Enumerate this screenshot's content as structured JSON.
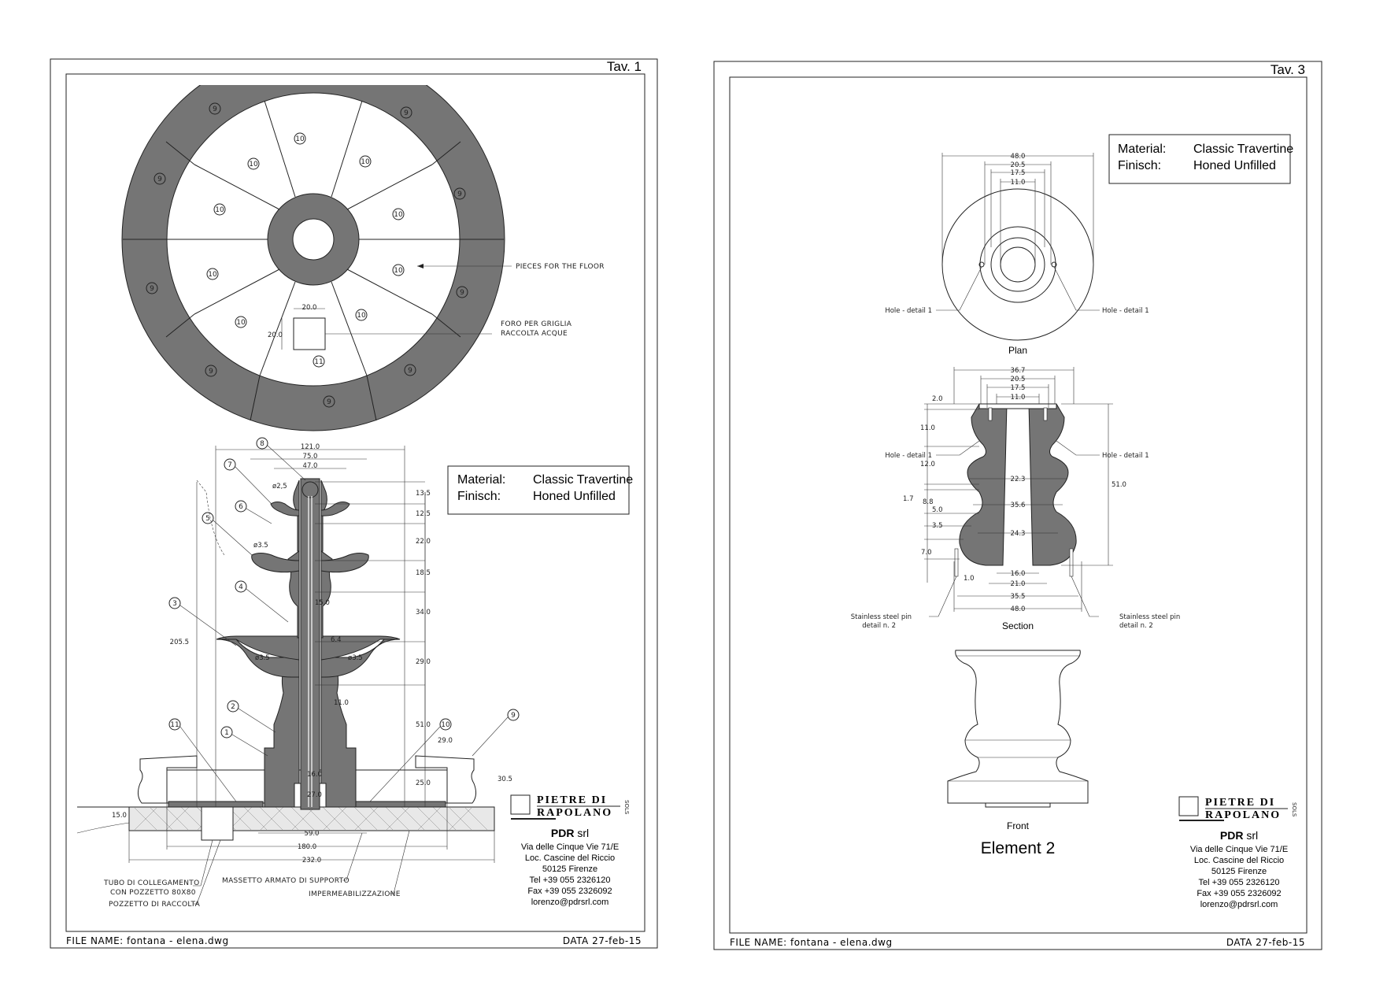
{
  "sheet1": {
    "tav": "Tav. 1",
    "file_name": "FILE NAME: fontana - elena.dwg",
    "date": "DATA 27-feb-15",
    "material_label": "Material:",
    "material_value": "Classic Travertine",
    "finish_label": "Finisch:",
    "finish_value": "Honed Unfilled",
    "label_floor": "PIECES FOR THE FLOOR",
    "label_foro_1": "FORO PER GRIGLIA",
    "label_foro_2": "RACCOLTA ACQUE",
    "label_tubo_1": "TUBO DI COLLEGAMENTO",
    "label_tubo_2": "CON POZZETTO 80X80",
    "label_pozzetto": "POZZETTO DI RACCOLTA",
    "label_massetto": "MASSETTO ARMATO DI SUPPORTO",
    "label_imperm": "IMPERMEABILIZZAZIONE",
    "dims_plan": [
      "20.0",
      "20.0"
    ],
    "dims_top": [
      "121.0",
      "75.0",
      "47.0"
    ],
    "dims_right": [
      "13.5",
      "12.5",
      "22.0",
      "18.5",
      "34.0",
      "29.0",
      "51.0"
    ],
    "dims_misc": [
      "205.5",
      "ø2,5",
      "ø3.5",
      "ø3.5",
      "ø3.5",
      "15.0",
      "6.4",
      "11.0",
      "29.0",
      "30.5",
      "25.0",
      "16.0",
      "27.0",
      "15.0",
      "59.0",
      "180.0",
      "232.0"
    ],
    "callouts": [
      "1",
      "2",
      "3",
      "4",
      "5",
      "6",
      "7",
      "8",
      "9",
      "10",
      "11"
    ]
  },
  "sheet3": {
    "tav": "Tav. 3",
    "file_name": "FILE NAME: fontana - elena.dwg",
    "date": "DATA 27-feb-15",
    "material_label": "Material:",
    "material_value": "Classic Travertine",
    "finish_label": "Finisch:",
    "finish_value": "Honed Unfilled",
    "plan_caption": "Plan",
    "section_caption": "Section",
    "front_caption": "Front",
    "element_title": "Element 2",
    "hole_label": "Hole - detail 1",
    "pin_label_1": "Stainless steel pin",
    "pin_label_2": "detail n. 2",
    "dims_plan": [
      "48.0",
      "20.5",
      "17.5",
      "11.0"
    ],
    "dims_section_top": [
      "36.7",
      "20.5",
      "17.5",
      "11.0"
    ],
    "dims_section_left": [
      "2.0",
      "11.0",
      "12.0",
      "1.7",
      "8.8",
      "5.0",
      "3.5",
      "7.0",
      "1.0"
    ],
    "dims_section_mid": [
      "22.3",
      "35.6",
      "24.3",
      "16.0",
      "21.0",
      "35.5",
      "48.0",
      "51.0"
    ]
  },
  "company": {
    "brand_line1": "PIETRE DI",
    "brand_line2": "RAPOLANO",
    "brand_side": "SOLS",
    "name": "PDR",
    "suffix": "srl",
    "address": "Via delle Cinque Vie 71/E",
    "locality": "Loc. Cascine del Riccio",
    "city": "50125 Firenze",
    "tel": "Tel +39  055 2326120",
    "fax": "Fax +39 055 2326092",
    "email": "lorenzo@pdrsrl.com"
  }
}
